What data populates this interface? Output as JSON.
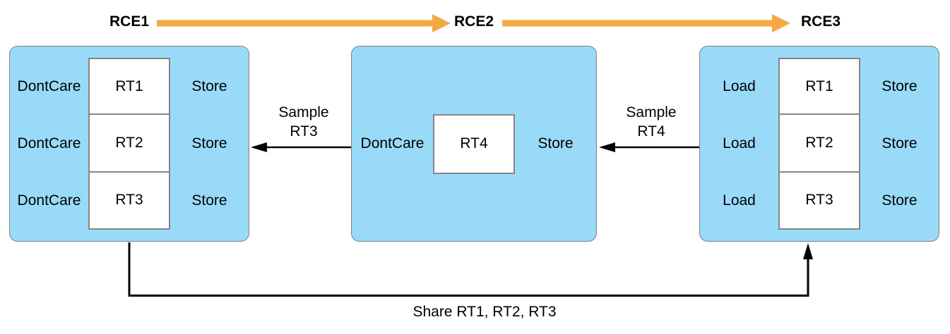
{
  "encoders": [
    {
      "title": "RCE1",
      "rows": [
        {
          "load": "DontCare",
          "target": "RT1",
          "store": "Store"
        },
        {
          "load": "DontCare",
          "target": "RT2",
          "store": "Store"
        },
        {
          "load": "DontCare",
          "target": "RT3",
          "store": "Store"
        }
      ]
    },
    {
      "title": "RCE2",
      "rows": [
        {
          "load": "DontCare",
          "target": "RT4",
          "store": "Store"
        }
      ]
    },
    {
      "title": "RCE3",
      "rows": [
        {
          "load": "Load",
          "target": "RT1",
          "store": "Store"
        },
        {
          "load": "Load",
          "target": "RT2",
          "store": "Store"
        },
        {
          "load": "Load",
          "target": "RT3",
          "store": "Store"
        }
      ]
    }
  ],
  "arrows": {
    "sample_rt3": {
      "line1": "Sample",
      "line2": "RT3"
    },
    "sample_rt4": {
      "line1": "Sample",
      "line2": "RT4"
    },
    "share": {
      "label": "Share RT1, RT2, RT3"
    }
  },
  "colors": {
    "encoder_fill": "#9ADAF9",
    "flow_arrow_orange": "#F6A845",
    "border_gray": "#7F7F7F",
    "text_black": "#000000"
  }
}
